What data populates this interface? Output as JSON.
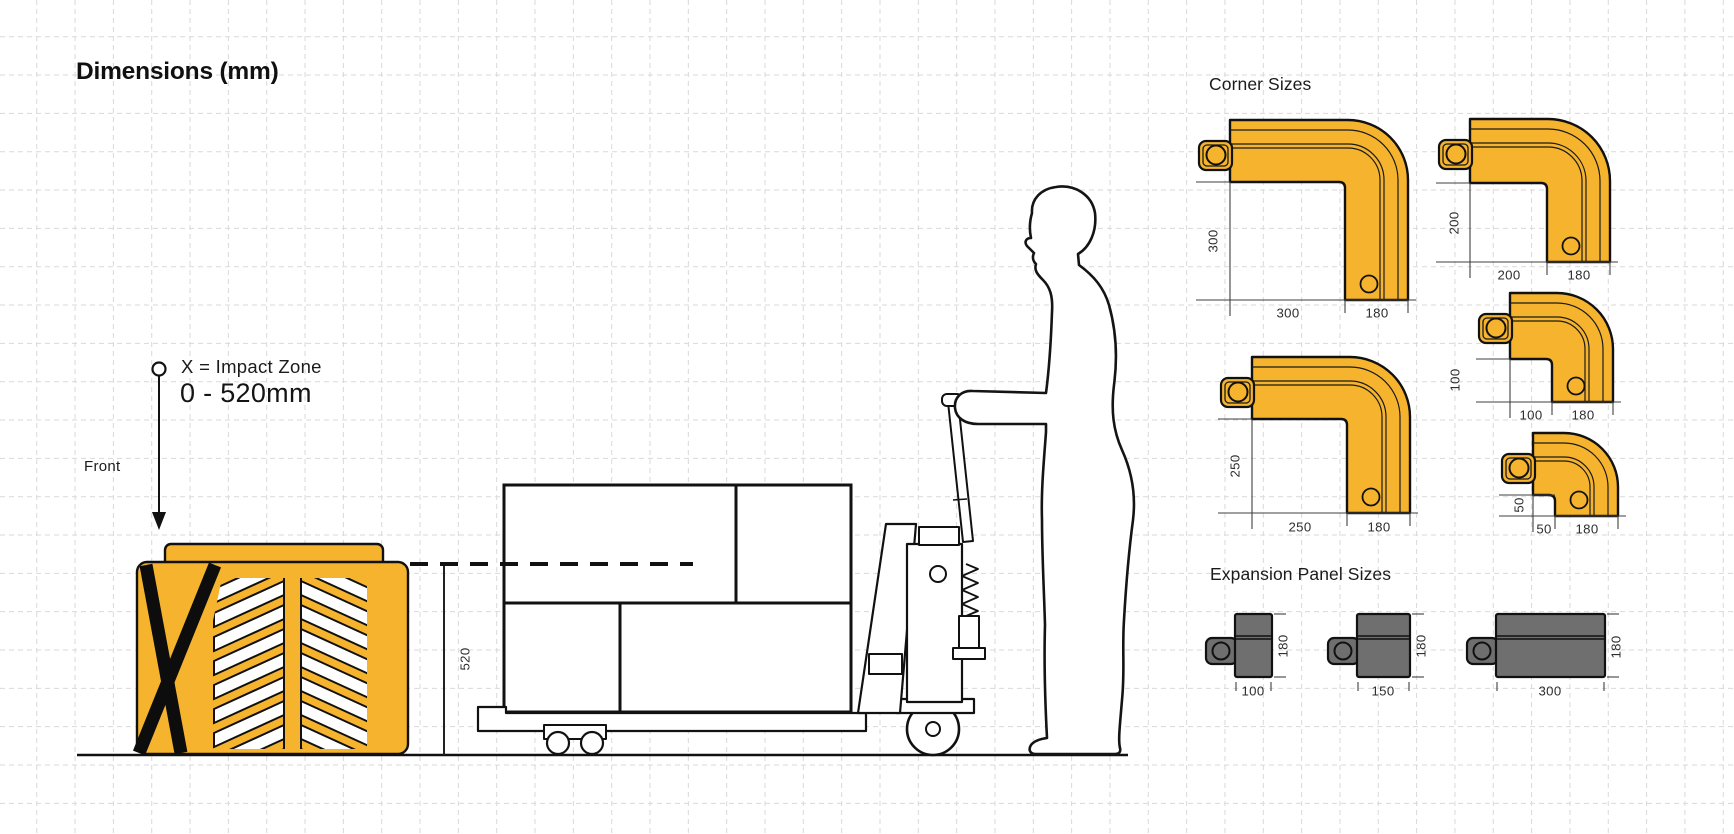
{
  "title": "Dimensions (mm)",
  "annotations": {
    "impact_zone_label": "X = Impact Zone",
    "impact_zone_range": "0 - 520mm",
    "front_label": "Front",
    "height_dimension": "520"
  },
  "corner_sizes": {
    "heading": "Corner Sizes",
    "items": [
      {
        "vertical": "300",
        "horizontal": "300",
        "depth": "180"
      },
      {
        "vertical": "200",
        "horizontal": "200",
        "depth": "180"
      },
      {
        "vertical": "250",
        "horizontal": "250",
        "depth": "180"
      },
      {
        "vertical": "100",
        "horizontal": "100",
        "depth": "180"
      },
      {
        "vertical": "50",
        "horizontal": "50",
        "depth": "180"
      }
    ]
  },
  "expansion_panels": {
    "heading": "Expansion Panel Sizes",
    "items": [
      {
        "width": "100",
        "height": "180"
      },
      {
        "width": "150",
        "height": "180"
      },
      {
        "width": "300",
        "height": "180"
      }
    ]
  },
  "colors": {
    "accent_yellow": "#F6B42E",
    "panel_gray": "#6F6F6F",
    "line_black": "#111111",
    "dim_line": "#3f3f3f",
    "grid": "#D9D9D9"
  }
}
